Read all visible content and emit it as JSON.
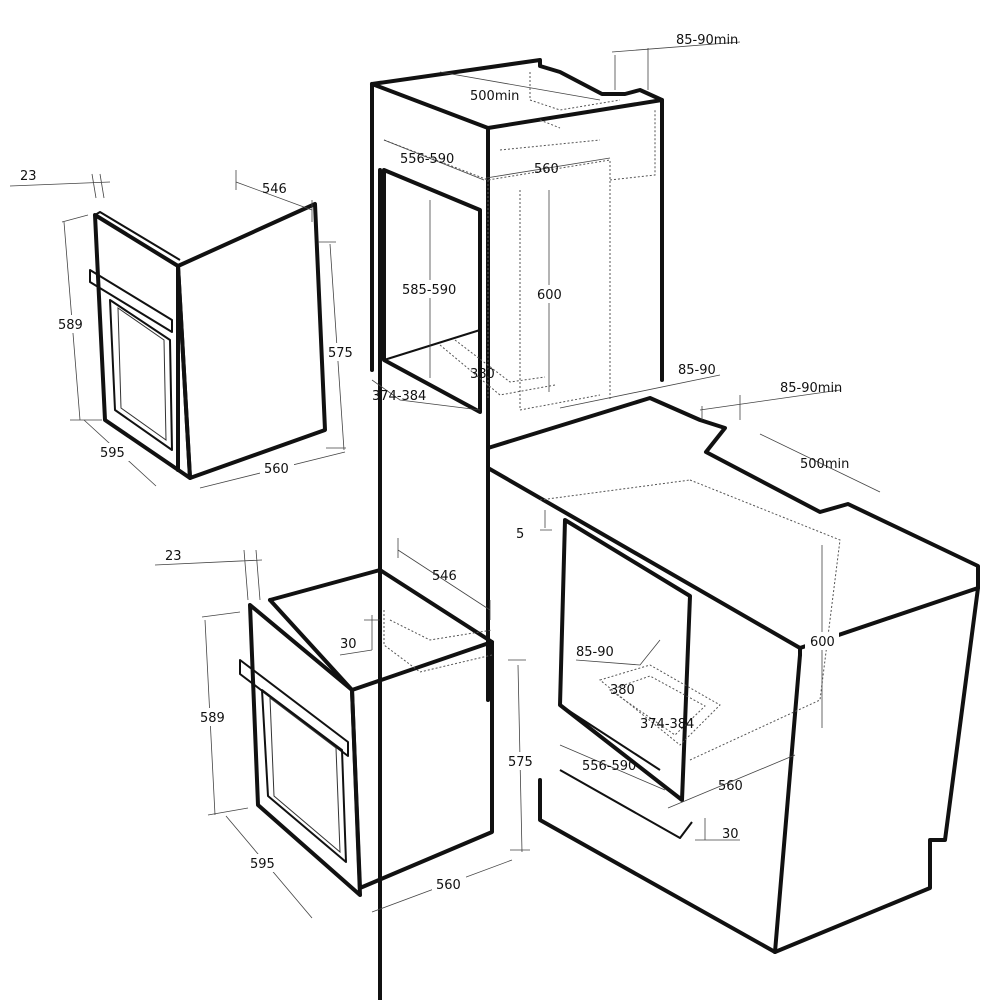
{
  "oven_top": {
    "depth_front": "23",
    "depth_body": "546",
    "height_front": "589",
    "height_body": "575",
    "width_front": "595",
    "width_body": "560"
  },
  "oven_bottom": {
    "depth_front": "23",
    "depth_body": "546",
    "height_front": "589",
    "height_body": "575",
    "width_front": "595",
    "width_body": "560",
    "top_gap": "30"
  },
  "tall_cabinet": {
    "vent_gap": "85-90min",
    "rear_depth": "500min",
    "inner_depth": "556-590",
    "inner_width": "560",
    "niche_height": "585-590",
    "cutout_height": "600",
    "vent_front": "380",
    "vent_side": "374-384",
    "plinth_gap": "85-90"
  },
  "base_cabinet": {
    "vent_gap": "85-90min",
    "rear_depth": "500min",
    "top_gap": "5",
    "cutout_height": "600",
    "plinth_gap": "85-90",
    "vent_front": "380",
    "vent_side": "374-384",
    "inner_depth": "556-590",
    "inner_width": "560",
    "bottom_gap": "30"
  }
}
